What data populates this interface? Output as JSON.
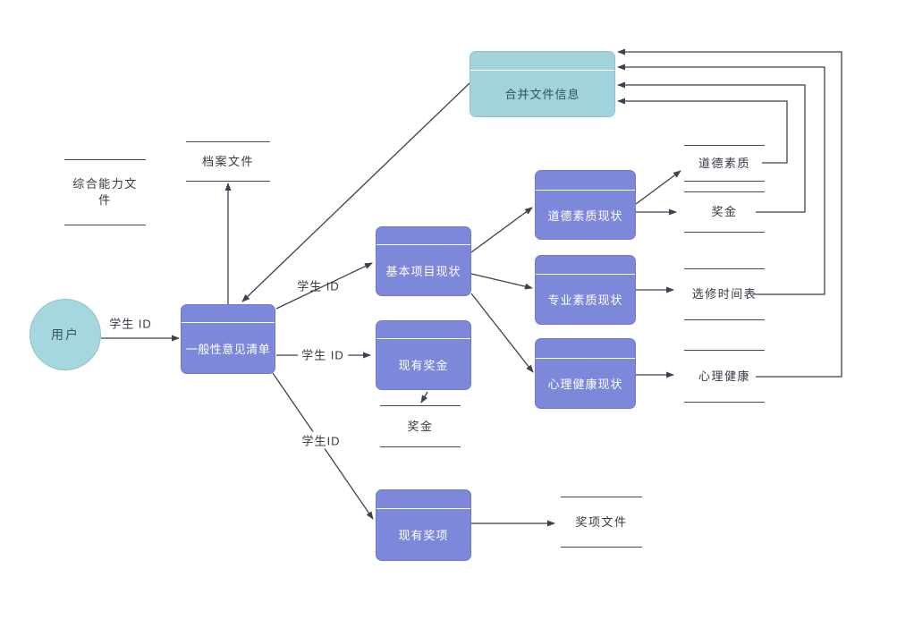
{
  "colors": {
    "process_fill": "#7e88da",
    "process_border": "#6e79cf",
    "process_text": "#ffffff",
    "merge_fill": "#a2d3dd",
    "merge_border": "#90c4d1",
    "merge_text": "#31525e",
    "entity_fill": "#a6d6de",
    "line": "#39424f",
    "store_text": "#333a42",
    "background": "#ffffff"
  },
  "nodes": {
    "user": {
      "label": "用户",
      "type": "external-entity"
    },
    "merge_info": {
      "label": "合并文件信息",
      "type": "process"
    },
    "general_list": {
      "label": "一般性意见清单",
      "type": "process"
    },
    "basic_project": {
      "label": "基本项目现状",
      "type": "process"
    },
    "existing_bonus": {
      "label": "现有奖金",
      "type": "process"
    },
    "existing_awards": {
      "label": "现有奖项",
      "type": "process"
    },
    "moral_status": {
      "label": "道德素质现状",
      "type": "process"
    },
    "professional_status": {
      "label": "专业素质现状",
      "type": "process"
    },
    "mental_status": {
      "label": "心理健康现状",
      "type": "process"
    }
  },
  "stores": {
    "comprehensive_file": {
      "label": "综合能力文件"
    },
    "archive_file": {
      "label": "档案文件"
    },
    "moral_quality": {
      "label": "道德素质"
    },
    "bonus": {
      "label": "奖金"
    },
    "elective_timetable": {
      "label": "选修时间表"
    },
    "mental_health": {
      "label": "心理健康"
    },
    "bonus_store": {
      "label": "奖金"
    },
    "award_file": {
      "label": "奖项文件"
    }
  },
  "edges": [
    {
      "from": "user",
      "to": "general_list",
      "label": "学生 ID"
    },
    {
      "from": "general_list",
      "to": "archive_file",
      "label": ""
    },
    {
      "from": "merge_info",
      "to": "general_list",
      "label": ""
    },
    {
      "from": "general_list",
      "to": "basic_project",
      "label": "学生 ID"
    },
    {
      "from": "general_list",
      "to": "existing_bonus",
      "label": "学生 ID"
    },
    {
      "from": "general_list",
      "to": "existing_awards",
      "label": "学生ID"
    },
    {
      "from": "basic_project",
      "to": "moral_status",
      "label": ""
    },
    {
      "from": "basic_project",
      "to": "professional_status",
      "label": ""
    },
    {
      "from": "basic_project",
      "to": "mental_status",
      "label": ""
    },
    {
      "from": "moral_status",
      "to": "moral_quality",
      "label": ""
    },
    {
      "from": "moral_status",
      "to": "bonus",
      "label": ""
    },
    {
      "from": "professional_status",
      "to": "elective_timetable",
      "label": ""
    },
    {
      "from": "mental_status",
      "to": "mental_health",
      "label": ""
    },
    {
      "from": "existing_bonus",
      "to": "bonus_store",
      "label": ""
    },
    {
      "from": "existing_awards",
      "to": "award_file",
      "label": ""
    },
    {
      "from": "moral_quality",
      "to": "merge_info",
      "label": ""
    },
    {
      "from": "bonus",
      "to": "merge_info",
      "label": ""
    },
    {
      "from": "elective_timetable",
      "to": "merge_info",
      "label": ""
    },
    {
      "from": "mental_health",
      "to": "merge_info",
      "label": ""
    }
  ]
}
